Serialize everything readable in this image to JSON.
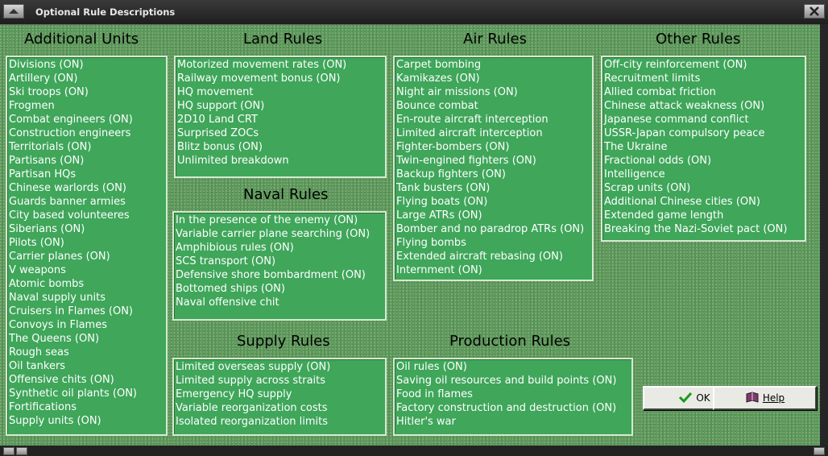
{
  "window": {
    "title": "Optional Rule Descriptions"
  },
  "sections": {
    "additional_units": {
      "heading": "Additional Units",
      "items": [
        "Divisions (ON)",
        "Artillery (ON)",
        "Ski troops (ON)",
        "Frogmen",
        "Combat engineers (ON)",
        "Construction engineers",
        "Territorials (ON)",
        "Partisans (ON)",
        "Partisan HQs",
        "Chinese warlords (ON)",
        "Guards banner armies",
        "City based volunteeres",
        "Siberians (ON)",
        "Pilots (ON)",
        "Carrier planes (ON)",
        "V weapons",
        "Atomic bombs",
        "Naval supply units",
        "Cruisers in Flames (ON)",
        "Convoys in Flames",
        "The Queens (ON)",
        "Rough seas",
        "Oil tankers",
        "Offensive chits (ON)",
        "Synthetic oil plants (ON)",
        "Fortifications",
        "Supply units (ON)"
      ]
    },
    "land_rules": {
      "heading": "Land Rules",
      "items": [
        "Motorized movement rates (ON)",
        "Railway movement bonus (ON)",
        "HQ movement",
        "HQ support (ON)",
        "2D10 Land CRT",
        "Surprised ZOCs",
        "Blitz bonus (ON)",
        "Unlimited breakdown"
      ]
    },
    "naval_rules": {
      "heading": "Naval Rules",
      "items": [
        "In the presence of the enemy (ON)",
        "Variable carrier plane searching (ON)",
        "Amphibious rules (ON)",
        "SCS transport (ON)",
        "Defensive shore bombardment (ON)",
        "Bottomed ships (ON)",
        "Naval offensive chit"
      ]
    },
    "supply_rules": {
      "heading": "Supply Rules",
      "items": [
        "Limited overseas supply (ON)",
        "Limited supply across straits",
        "Emergency HQ supply",
        "Variable reorganization costs",
        "Isolated reorganization limits"
      ]
    },
    "air_rules": {
      "heading": "Air Rules",
      "items": [
        "Carpet bombing",
        "Kamikazes (ON)",
        "Night air missions (ON)",
        "Bounce combat",
        "En-route aircraft interception",
        "Limited aircraft interception",
        "Fighter-bombers (ON)",
        "Twin-engined fighters (ON)",
        "Backup fighters (ON)",
        "Tank busters (ON)",
        "Flying boats (ON)",
        "Large ATRs (ON)",
        "Bomber and no paradrop ATRs (ON)",
        "Flying bombs",
        "Extended aircraft rebasing (ON)",
        "Internment (ON)"
      ]
    },
    "production_rules": {
      "heading": "Production Rules",
      "items": [
        "Oil rules (ON)",
        "Saving oil resources and build points (ON)",
        "Food in flames",
        "Factory construction and destruction (ON)",
        "Hitler's war"
      ]
    },
    "other_rules": {
      "heading": "Other Rules",
      "items": [
        "Off-city reinforcement (ON)",
        "Recruitment limits",
        "Allied combat friction",
        "Chinese attack weakness (ON)",
        "Japanese command conflict",
        "USSR-Japan compulsory peace",
        "The Ukraine",
        "Fractional odds (ON)",
        "Intelligence",
        "Scrap units (ON)",
        "Additional Chinese cities (ON)",
        "Extended game length",
        "Breaking the Nazi-Soviet pact (ON)"
      ]
    }
  },
  "buttons": {
    "ok_label": "OK",
    "help_label": "Help"
  },
  "icons": {
    "ok": "checkmark-icon",
    "help": "book-icon",
    "menu": "window-menu-icon",
    "close": "close-icon"
  },
  "colors": {
    "panel": "#3fa65a",
    "background": "#5f9a5c",
    "check": "#1a9a1a"
  }
}
